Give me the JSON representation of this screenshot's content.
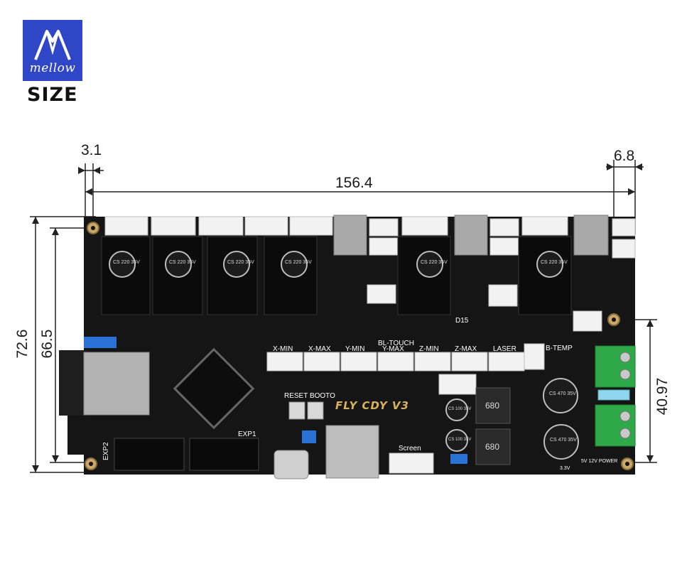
{
  "brand": {
    "logo_text": "mellow",
    "heading": "SIZE"
  },
  "dimensions": {
    "left_hole_offset": "3.1",
    "right_hole_offset": "6.8",
    "hole_span_width": "156.4",
    "board_height": "72.6",
    "hole_span_height": "66.5",
    "power_module_height": "40.97"
  },
  "board": {
    "name": "FLY CDY V3",
    "labels": {
      "reset_boot": "RESET BOOTO",
      "exp1": "EXP1",
      "exp2": "EXP2",
      "screen": "Screen",
      "d15": "D15",
      "bl_touch": "BL-TOUCH",
      "b_temp": "B-TEMP",
      "laser": "LASER",
      "x_min": "X-MIN",
      "x_max": "X-MAX",
      "y_min": "Y-MIN",
      "y_max": "Y-MAX",
      "z_min": "Z-MIN",
      "z_max": "Z-MAX",
      "power": "5V 12V POWER",
      "v33": "3.3V"
    },
    "capacitors_small": [
      "CS 220 35V",
      "CS 220 35V",
      "CS 220 35V",
      "CS 220 35V",
      "CS 220 35V",
      "CS 220 35V"
    ],
    "inductors": [
      "680",
      "680"
    ],
    "capacitors_power": [
      "CS 470 35V",
      "CS 470 35V"
    ],
    "capacitors_mid": [
      "CS 100 35V",
      "CS 100 35V"
    ]
  },
  "colors": {
    "logo_blue": "#2f46c8",
    "board_black": "#151515",
    "connector_white": "#f2f2f2",
    "terminal_green": "#2fa84a",
    "chip_label_gold": "#d9b25a"
  }
}
